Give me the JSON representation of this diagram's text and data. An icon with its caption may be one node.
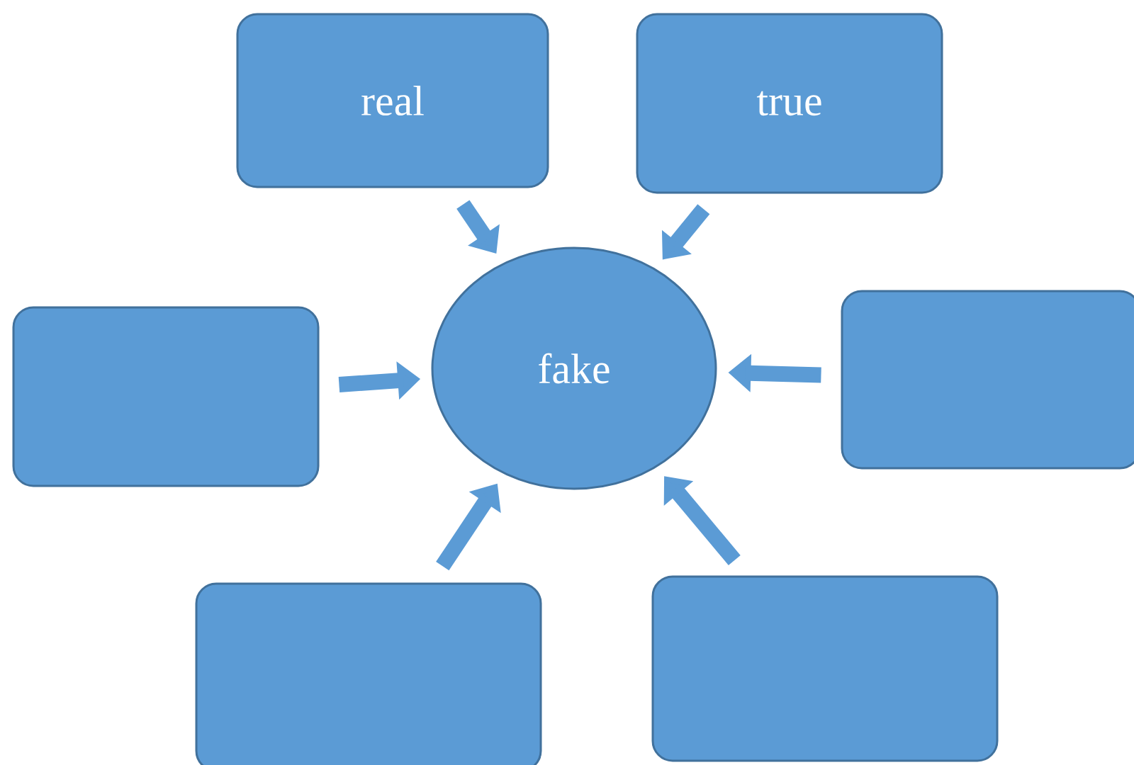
{
  "diagram": {
    "nodes": [
      {
        "text": [
          "real"
        ]
      },
      {
        "text": [
          "true"
        ]
      },
      {
        "text": [],
        "shape": "box"
      },
      {
        "text": [
          "fake"
        ]
      },
      {
        "text": [],
        "shape": "box"
      },
      {
        "text": [],
        "shape": "box"
      },
      {
        "text": [],
        "shape": "box"
      }
    ],
    "edges": [
      {
        "from": 0,
        "to": 3,
        "arrow": "to"
      },
      {
        "from": 1,
        "to": 3,
        "arrow": "to"
      },
      {
        "from": 2,
        "to": 3,
        "arrow": "to"
      },
      {
        "from": 4,
        "to": 3,
        "arrow": "to"
      },
      {
        "from": 5,
        "to": 3,
        "arrow": "to"
      },
      {
        "from": 6,
        "to": 3,
        "arrow": "to"
      }
    ]
  }
}
